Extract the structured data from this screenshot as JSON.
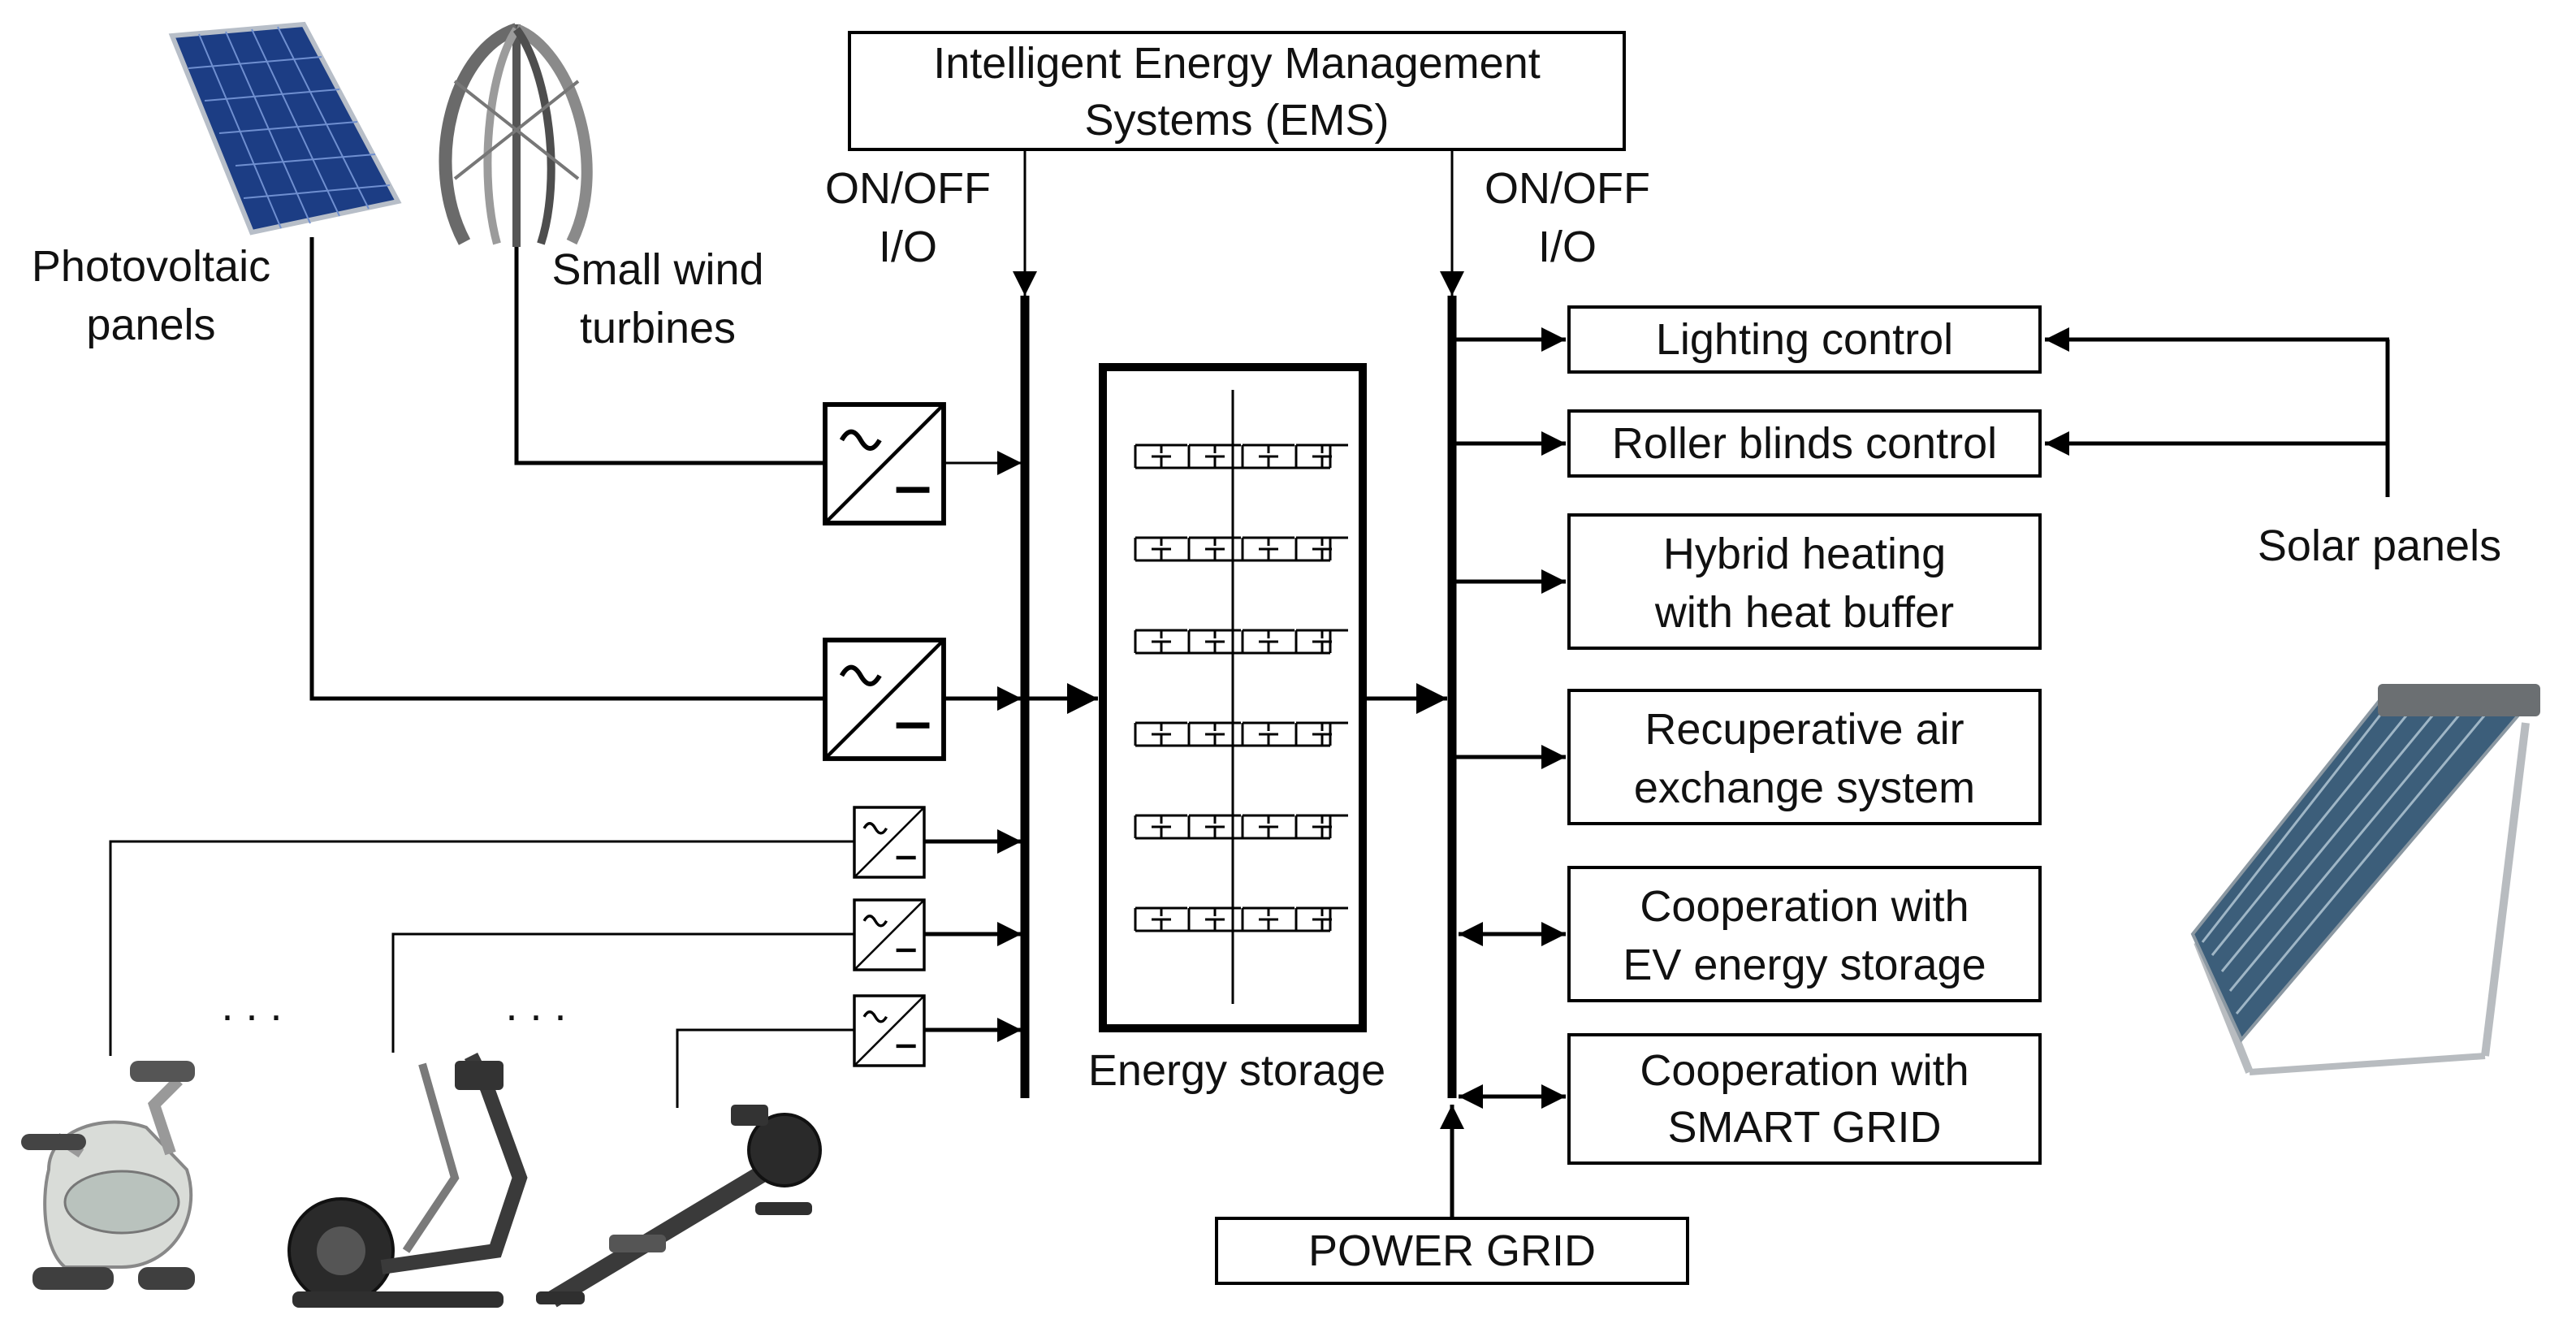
{
  "ems": {
    "line1": "Intelligent Energy Management",
    "line2": "Systems (EMS)"
  },
  "io_left": {
    "line1": "ON/OFF",
    "line2": "I/O"
  },
  "io_right": {
    "line1": "ON/OFF",
    "line2": "I/O"
  },
  "sources": {
    "pv": {
      "line1": "Photovoltaic",
      "line2": "panels"
    },
    "wind": {
      "line1": "Small wind",
      "line2": "turbines"
    },
    "dots": ". . ."
  },
  "storage": {
    "label": "Energy storage"
  },
  "loads": [
    {
      "line1": "Lighting control",
      "line2": ""
    },
    {
      "line1": "Roller blinds control",
      "line2": ""
    },
    {
      "line1": "Hybrid heating",
      "line2": "with heat buffer"
    },
    {
      "line1": "Recuperative air",
      "line2": "exchange system"
    },
    {
      "line1": "Cooperation with",
      "line2": "EV energy storage"
    },
    {
      "line1": "Cooperation with",
      "line2": "SMART GRID"
    }
  ],
  "solar": {
    "label": "Solar panels"
  },
  "grid": {
    "label": "POWER GRID"
  },
  "icons": {
    "converter": "ac-dc-converter-icon",
    "battery": "battery-cell-icon",
    "pv": "photovoltaic-panel-icon",
    "wind": "wind-turbine-icon",
    "solar": "solar-collector-icon",
    "bike": "exercise-bike-icon",
    "elliptical": "elliptical-trainer-icon",
    "rower": "rowing-machine-icon"
  }
}
